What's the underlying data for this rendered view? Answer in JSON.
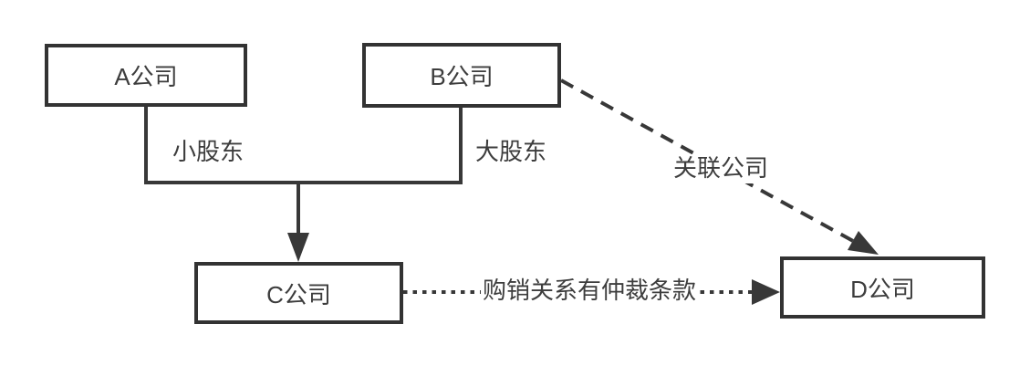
{
  "diagram": {
    "type": "flowchart",
    "background": "#ffffff",
    "colors": {
      "stroke": "#383838",
      "node_border": "#333333",
      "node_fill": "#ffffff",
      "text": "#3d3d3d"
    },
    "nodes": [
      {
        "id": "A",
        "label": "A公司"
      },
      {
        "id": "B",
        "label": "B公司"
      },
      {
        "id": "C",
        "label": "C公司"
      },
      {
        "id": "D",
        "label": "D公司"
      }
    ],
    "edges": [
      {
        "from": "A",
        "to": "C",
        "label": "小股东",
        "line": "solid",
        "arrow": "merges-into-junction-arrow"
      },
      {
        "from": "B",
        "to": "C",
        "label": "大股东",
        "line": "solid",
        "arrow": "merges-into-junction-arrow"
      },
      {
        "from": "B",
        "to": "D",
        "label": "关联公司",
        "line": "dashed",
        "arrow": "arrowhead-at-D"
      },
      {
        "from": "C",
        "to": "D",
        "label": "购销关系有仲裁条款",
        "line": "dotted",
        "arrow": "arrowhead-at-D"
      }
    ]
  }
}
